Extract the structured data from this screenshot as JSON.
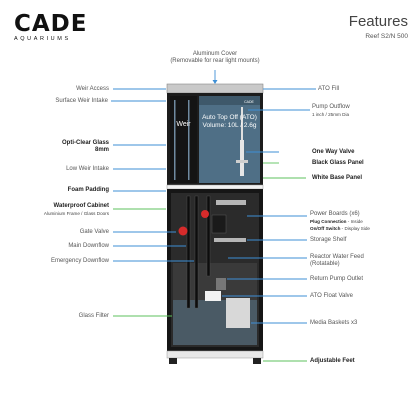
{
  "brand": {
    "logo_text": "CADE",
    "logo_subtext": "AQUARIUMS"
  },
  "header": {
    "title": "Features",
    "subtitle": "Reef S2/N 500"
  },
  "tank_labels": {
    "weir": "Weir",
    "ato_line1": "Auto Top Off (ATO)",
    "ato_line2": "Volume: 10L / 2.6g",
    "small_tag": "CADE"
  },
  "top_label": {
    "line1": "Aluminum Cover",
    "line2": "(Removable for rear light mounts)"
  },
  "left_labels": [
    {
      "text": "Weir Access",
      "bold": false
    },
    {
      "text": "Surface Weir Intake",
      "bold": false
    },
    {
      "text": "Opti-Clear Glass",
      "line2": "8mm",
      "bold": true
    },
    {
      "text": "Low Weir Intake",
      "bold": false
    },
    {
      "text": "Foam Padding",
      "bold": true
    },
    {
      "text": "Waterproof Cabinet",
      "sub": "Aluminium Frame / Glass Doors",
      "bold": true
    },
    {
      "text": "Gate Valve",
      "bold": false
    },
    {
      "text": "Main Downflow",
      "bold": false
    },
    {
      "text": "Emergency Downflow",
      "bold": false
    },
    {
      "text": "Glass Filter",
      "bold": false
    }
  ],
  "right_labels": [
    {
      "text": "ATO Fill",
      "bold": false
    },
    {
      "text": "Pump Outflow",
      "sub": "1 inch / 25mm Dia",
      "bold": false
    },
    {
      "text": "One Way Valve",
      "bold": true
    },
    {
      "text": "Black Glass Panel",
      "bold": true
    },
    {
      "text": "White Base Panel",
      "bold": true
    },
    {
      "text": "Power Boards (x6)",
      "sub_bold": "Plug Connection",
      "sub_rest": " - Inside",
      "sub2_bold": "On/Off Switch",
      "sub2_rest": " - Display Side",
      "bold": false
    },
    {
      "text": "Storage Shelf",
      "bold": false
    },
    {
      "text": "Reactor Water Feed",
      "line2": "(Rotatable)",
      "bold": false
    },
    {
      "text": "Return Pump Outlet",
      "bold": false
    },
    {
      "text": "ATO Float Valve",
      "bold": false
    },
    {
      "text": "Media Baskets x3",
      "bold": false
    },
    {
      "text": "Adjustable Feet",
      "bold": true
    }
  ],
  "colors": {
    "arrow_blue": "#3d8fd6",
    "arrow_green": "#5cc25c",
    "water": "#4f6f86",
    "cabinet": "#161616",
    "valve_red": "#d62b2b"
  }
}
